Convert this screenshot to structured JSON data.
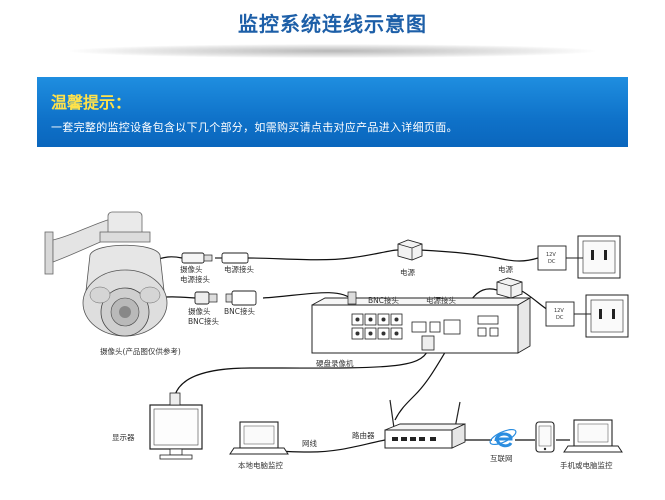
{
  "header": {
    "title": "监控系统连线示意图"
  },
  "tip": {
    "title": "温馨提示：",
    "text": "一套完整的监控设备包含以下几个部分，如需购买请点击对应产品进入详细页面。"
  },
  "diagram": {
    "camera_label": "摄像头(产品图仅供参考)",
    "cam_power_labels": [
      "摄像头",
      "电源接头"
    ],
    "power_jack_label": "电源接头",
    "cam_bnc_labels": [
      "摄像头",
      "BNC接头"
    ],
    "bnc_jack_label": "BNC接头",
    "power_adapter_label": "电源",
    "power_adapter2_label": "电源",
    "dvr_bnc_label": "BNC接头",
    "dvr_power_label": "电源接头",
    "dvr_label": "硬盘录像机",
    "monitor_label": "显示器",
    "local_pc_label": "本地电脑监控",
    "cable_label": "网线",
    "router_label": "路由器",
    "internet_label": "互联网",
    "mobile_label": "手机或电脑监控",
    "socket_voltage": [
      "12V",
      "DC"
    ]
  }
}
